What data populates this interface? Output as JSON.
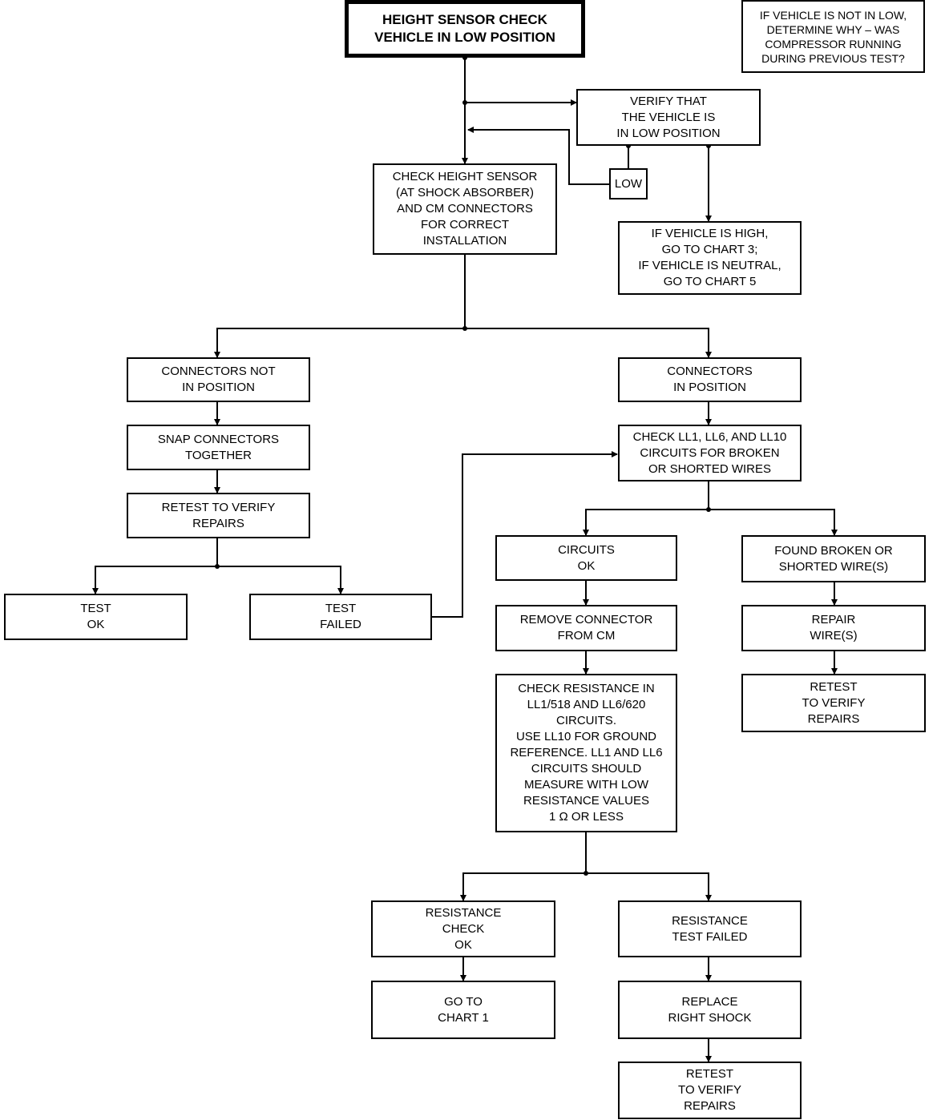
{
  "boxes": {
    "title": "HEIGHT SENSOR CHECK\nVEHICLE IN LOW POSITION",
    "note": "IF VEHICLE IS NOT IN LOW,\nDETERMINE WHY – WAS\nCOMPRESSOR RUNNING\nDURING PREVIOUS TEST?",
    "verify": "VERIFY THAT\nTHE VEHICLE IS\nIN LOW POSITION",
    "low": "LOW",
    "check_sensor": "CHECK HEIGHT SENSOR\n(AT SHOCK ABSORBER)\nAND CM CONNECTORS\nFOR CORRECT\nINSTALLATION",
    "if_high": "IF VEHICLE IS HIGH,\nGO TO CHART 3;\nIF VEHICLE IS NEUTRAL,\nGO TO CHART 5",
    "not_in_position": "CONNECTORS NOT\nIN POSITION",
    "in_position": "CONNECTORS\nIN POSITION",
    "snap": "SNAP CONNECTORS\nTOGETHER",
    "check_circuits": "CHECK LL1, LL6, AND LL10\nCIRCUITS FOR BROKEN\nOR SHORTED WIRES",
    "retest_left": "RETEST TO VERIFY\nREPAIRS",
    "test_ok": "TEST\nOK",
    "test_failed": "TEST\nFAILED",
    "circuits_ok": "CIRCUITS\nOK",
    "found_broken": "FOUND BROKEN OR\nSHORTED WIRE(S)",
    "remove_connector": "REMOVE CONNECTOR\nFROM CM",
    "repair_wires": "REPAIR\nWIRE(S)",
    "check_resistance": "CHECK RESISTANCE IN\nLL1/518 AND LL6/620\nCIRCUITS.\nUSE LL10 FOR GROUND\nREFERENCE. LL1 AND LL6\nCIRCUITS SHOULD\nMEASURE WITH LOW\nRESISTANCE VALUES\n1 Ω OR LESS",
    "retest_right": "RETEST\nTO VERIFY\nREPAIRS",
    "resistance_ok": "RESISTANCE\nCHECK\nOK",
    "resistance_failed": "RESISTANCE\nTEST FAILED",
    "go_chart1": "GO TO\nCHART 1",
    "replace_shock": "REPLACE\nRIGHT SHOCK",
    "retest_bottom": "RETEST\nTO VERIFY\nREPAIRS"
  },
  "colors": {
    "line": "#000000",
    "box_fill": "#ffffff"
  }
}
